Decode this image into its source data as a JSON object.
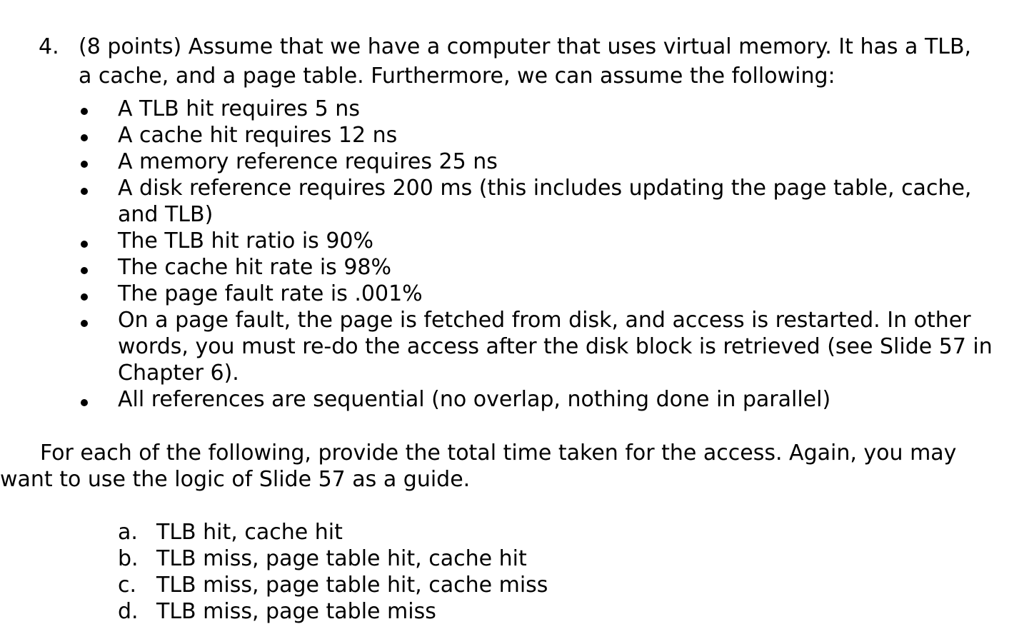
{
  "question": {
    "number": "4.",
    "intro_line1": "(8 points) Assume that we have a computer that uses virtual memory. It has a TLB,",
    "intro_line2": "a cache, and a page table. Furthermore, we can assume the following:"
  },
  "assumptions": [
    {
      "lines": [
        "A TLB hit requires 5 ns"
      ]
    },
    {
      "lines": [
        "A cache hit requires 12 ns"
      ]
    },
    {
      "lines": [
        "A memory reference requires 25 ns"
      ]
    },
    {
      "lines": [
        "A disk reference requires 200 ms (this includes updating the page table, cache,",
        "and TLB)"
      ]
    },
    {
      "lines": [
        "The TLB hit ratio is 90%"
      ]
    },
    {
      "lines": [
        "The cache hit rate is 98%"
      ]
    },
    {
      "lines": [
        "The page fault rate is .001%"
      ]
    },
    {
      "lines": [
        "On a page fault, the page is fetched from disk, and access is restarted. In other",
        "words, you must re-do the access after the disk block is retrieved (see Slide 57 in",
        "Chapter 6)."
      ]
    },
    {
      "lines": [
        "All references are sequential (no overlap, nothing done in parallel)"
      ]
    }
  ],
  "instructions": {
    "line1": "For each of the following, provide the total time taken for the access. Again, you may",
    "line2": "want to use the logic of Slide 57 as a guide."
  },
  "parts": [
    {
      "letter": "a.",
      "text": "TLB hit, cache hit"
    },
    {
      "letter": "b.",
      "text": "TLB miss, page table hit, cache hit"
    },
    {
      "letter": "c.",
      "text": "TLB miss, page table hit, cache miss"
    },
    {
      "letter": "d.",
      "text": "TLB miss, page table miss"
    }
  ]
}
